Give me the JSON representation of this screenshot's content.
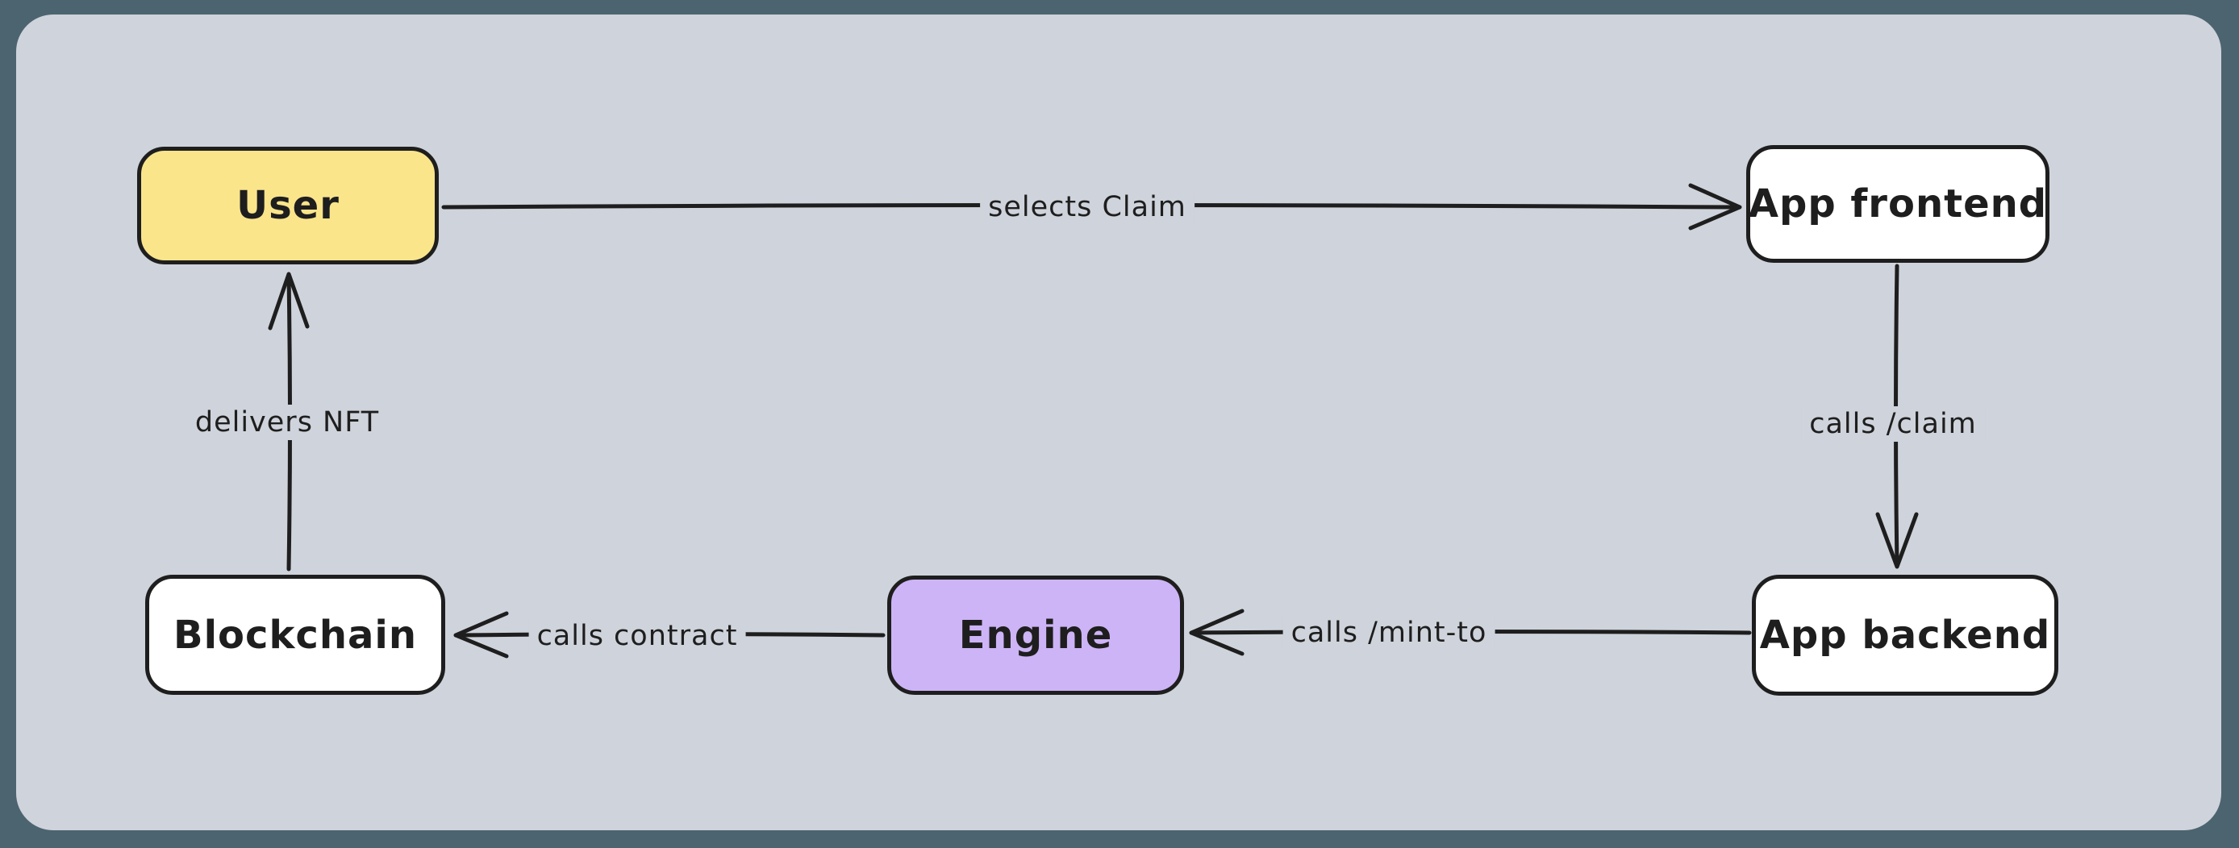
{
  "canvas": {
    "outer_background": "#4C6470",
    "inner_background": "#CFD3DB",
    "stroke_color": "#1e1e1e"
  },
  "diagram": {
    "nodes": [
      {
        "id": "user",
        "label": "User",
        "fill": "#FAE58B"
      },
      {
        "id": "app-frontend",
        "label": "App frontend",
        "fill": "#FFFFFF"
      },
      {
        "id": "app-backend",
        "label": "App backend",
        "fill": "#FFFFFF"
      },
      {
        "id": "engine",
        "label": "Engine",
        "fill": "#CDB4F6"
      },
      {
        "id": "blockchain",
        "label": "Blockchain",
        "fill": "#FFFFFF"
      }
    ],
    "edges": [
      {
        "id": "selects-claim",
        "label": "selects Claim",
        "from": "user",
        "to": "app-frontend"
      },
      {
        "id": "calls-claim",
        "label": "calls /claim",
        "from": "app-frontend",
        "to": "app-backend"
      },
      {
        "id": "calls-mint-to",
        "label": "calls /mint-to",
        "from": "app-backend",
        "to": "engine"
      },
      {
        "id": "calls-contract",
        "label": "calls contract",
        "from": "engine",
        "to": "blockchain"
      },
      {
        "id": "delivers-nft",
        "label": "delivers NFT",
        "from": "blockchain",
        "to": "user"
      }
    ]
  }
}
